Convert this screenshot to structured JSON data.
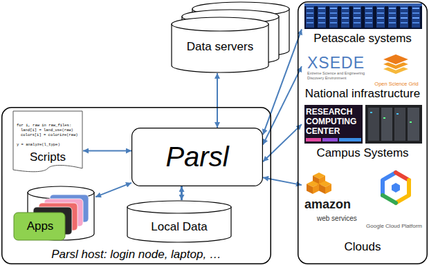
{
  "diagram": {
    "nodes": [
      {
        "text": [
          "Data servers"
        ]
      },
      {
        "text": [
          "Parsl host: login node, laptop, …"
        ]
      },
      {
        "text": [
          "for i, raw in raw_files:",
          "land[i] = land_use(raw)",
          "colors[i] = colorize(raw)",
          "y = analyze(l_type)",
          "Scripts"
        ],
        "in": 1
      },
      {
        "text": [
          "Parsl"
        ],
        "in": 1
      },
      {
        "text": [
          "Apps"
        ],
        "in": 1
      },
      {
        "text": [
          "Local Data"
        ],
        "in": 1
      },
      {
        "text": []
      },
      {
        "text": [
          "Petascale systems"
        ],
        "in": 6
      },
      {
        "text": [
          "XSEDE",
          "Extreme Science and Engineering Discovery Environment",
          "Open Science Grid",
          "National infrastructure"
        ],
        "in": 6
      },
      {
        "text": [
          "RESEARCH COMPUTING CENTER",
          "Campus Systems"
        ],
        "in": 6
      },
      {
        "text": [
          "amazon",
          "web services",
          "Google Cloud Platform",
          "Clouds"
        ],
        "in": 6
      }
    ],
    "edges": [
      {
        "from": 0,
        "to": 3,
        "arrow": "both"
      },
      {
        "from": 2,
        "to": 3,
        "arrow": "both"
      },
      {
        "from": 4,
        "to": 3,
        "arrow": "both"
      },
      {
        "from": 3,
        "to": 5,
        "arrow": "both"
      },
      {
        "from": 3,
        "to": 7,
        "arrow": "both"
      },
      {
        "from": 3,
        "to": 8,
        "arrow": "both"
      },
      {
        "from": 3,
        "to": 9,
        "arrow": "both"
      },
      {
        "from": 3,
        "to": 10,
        "arrow": "both"
      }
    ]
  }
}
